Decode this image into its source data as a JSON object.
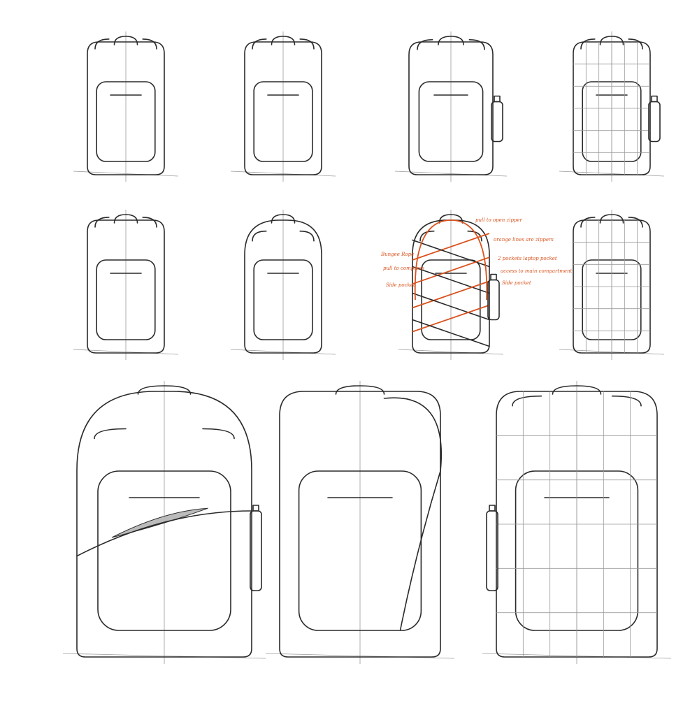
{
  "sheet": {
    "sketches": [
      {
        "row": 1,
        "view": "front",
        "style": "rolltop"
      },
      {
        "row": 1,
        "view": "front",
        "style": "rounded"
      },
      {
        "row": 1,
        "view": "front",
        "style": "sling-top",
        "bottle": true
      },
      {
        "row": 1,
        "view": "front",
        "style": "diagonal-grid",
        "bottle": true
      },
      {
        "row": 2,
        "view": "front",
        "style": "double-pocket"
      },
      {
        "row": 2,
        "view": "front",
        "style": "dome"
      },
      {
        "row": 2,
        "view": "front",
        "style": "bungee",
        "bottle": true,
        "annotated": true
      },
      {
        "row": 2,
        "view": "front",
        "style": "grid"
      },
      {
        "row": 3,
        "view": "front",
        "style": "open-zippers",
        "bottle": true
      },
      {
        "row": 3,
        "view": "side",
        "style": "side-profile"
      },
      {
        "row": 3,
        "view": "back",
        "style": "back-panel",
        "bottle": true
      }
    ],
    "annotations": {
      "pull_zipper": "pull to open zipper",
      "orange_zippers": "orange lines are zippers",
      "bungee": "Bungee Rope",
      "compress": "pull to compress",
      "side_pocket_left": "Side pocket",
      "laptop": "2 pockets laptop pocket",
      "access": "access to main compartment",
      "side_pocket_right": "Side pocket"
    },
    "colors": {
      "ink": "#2a2a2a",
      "accent": "#d9531e"
    }
  }
}
